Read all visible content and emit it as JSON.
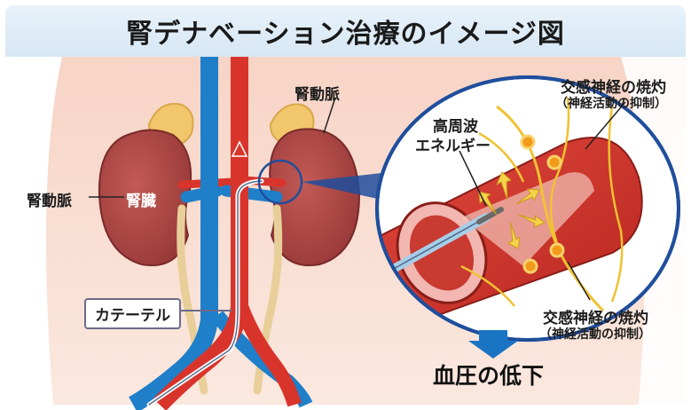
{
  "title": "腎デナベーション治療のイメージ図",
  "labels": {
    "renal_artery_right": "腎動脈",
    "renal_artery_left": "腎動脈",
    "kidney": "腎臓",
    "catheter": "カテーテル",
    "rf_energy_line1": "高周波",
    "rf_energy_line2": "エネルギー",
    "ablation_top_line1": "交感神経の焼灼",
    "ablation_top_line2": "（神経活動の抑制）",
    "ablation_bottom_line1": "交感神経の焼灼",
    "ablation_bottom_line2": "（神経活動の抑制）",
    "result": "血圧の低下"
  },
  "colors": {
    "artery_red": "#d9342b",
    "vein_blue": "#1f7fc9",
    "kidney": "#a94545",
    "adrenal": "#f2c66a",
    "nerve": "#f0c233",
    "background_skin": "#f9ddd2",
    "title_bg": "#d6e7f4",
    "arrow_blue": "#1a74c4"
  }
}
